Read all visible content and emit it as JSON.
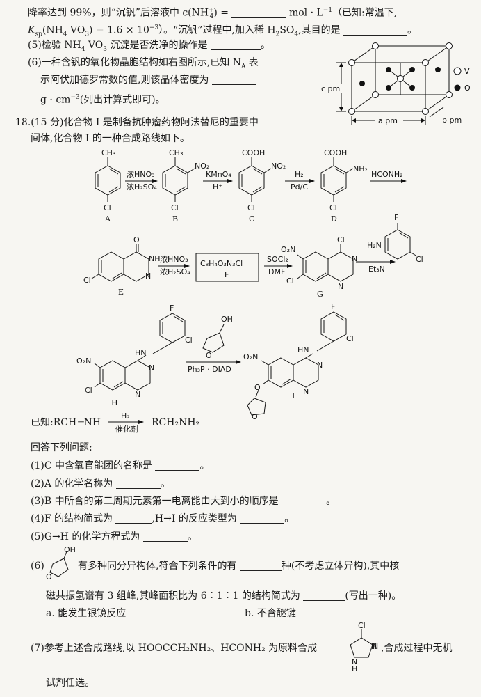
{
  "top": {
    "l1a": "降率达到 99%，则“沉钒”后溶液中 c(NH",
    "l1sup": "+",
    "l1sub": "4",
    "l1b": ") =",
    "l1c": "mol · L",
    "l1d": "−1",
    "l1e": "（已知:常温下,",
    "l2a": "K",
    "l2sub": "sp",
    "l2b": "(NH",
    "l2c": "4",
    "l2d": " VO",
    "l2e": "3",
    "l2f": ") = 1.6 × 10",
    "l2g": "−3",
    "l2h": "）。“沉钒”过程中,加入稀 H",
    "l2i": "2",
    "l2j": "SO",
    "l2k": "4",
    "l2l": ",其目的是",
    "l2m": "。",
    "q5a": "(5)检验 NH",
    "q5b": "4",
    "q5c": " VO",
    "q5d": "3",
    "q5e": " 沉淀是否洗净的操作是",
    "q5f": "。",
    "q6a": "(6)一种含钒的氧化物晶胞结构如右图所示,已知 N",
    "q6sub": "A",
    "q6b": " 表",
    "q6c": "示阿伏加德罗常数的值,则该晶体密度为",
    "q6d": "g · cm",
    "q6e": "−3",
    "q6f": "(列出计算式即可)。"
  },
  "crystal": {
    "legend_v": "V",
    "legend_o": "O",
    "c_label": "c pm",
    "b_label": "b pm",
    "a_label": "a pm"
  },
  "q18": {
    "line1": "18.(15 分)化合物 I 是制备抗肿瘤药物阿法替尼的重要中",
    "line2": "间体,化合物 I 的一种合成路线如下。"
  },
  "scheme": {
    "ch3": "CH₃",
    "cl": "Cl",
    "no2": "NO₂",
    "cooh": "COOH",
    "nh2": "NH₂",
    "arrow1_top": "浓HNO₃",
    "arrow1_bot": "浓H₂SO₄",
    "arrow2_top": "KMnO₄",
    "arrow2_bot": "H⁺",
    "arrow3_top": "H₂",
    "arrow3_bot": "Pd/C",
    "arrow4_top": "HCONH₂",
    "arrow5_top": "浓HNO₃",
    "arrow5_bot": "浓H₂SO₄",
    "f_formula": "C₈H₄O₃N₃Cl",
    "f_label": "F",
    "arrow6_top": "SOCl₂",
    "arrow6_bot": "DMF",
    "arrow7_reagent": "H₂N",
    "arrow7_bot": "Et₃N",
    "f_atom": "F",
    "o_atom": "O",
    "oh": "OH",
    "n_atom": "N",
    "nh": "NH",
    "hn": "HN",
    "o2n": "O₂N",
    "arrow8_bot": "Ph₃P · DIAD",
    "labels": [
      "A",
      "B",
      "C",
      "D",
      "E",
      "G",
      "H",
      "I"
    ]
  },
  "known": {
    "prefix": "已知:RCH",
    "eq": "NH",
    "top": "H₂",
    "bot": "催化剂",
    "product": "RCH₂NH₂"
  },
  "questions": {
    "intro": "回答下列问题:",
    "q1a": "(1)C 中含氧官能团的名称是",
    "q1b": "。",
    "q2a": "(2)A 的化学名称为",
    "q2b": "。",
    "q3a": "(3)B 中所含的第二周期元素第一电离能由大到小的顺序是",
    "q3b": "。",
    "q4a": "(4)F 的结构简式为",
    "q4b": ",H→I 的反应类型为",
    "q4c": "。",
    "q5a": "(5)G→H 的化学方程式为",
    "q5b": "。",
    "q6num": "(6)",
    "q6oh": "OH",
    "q6o": "O",
    "q6a": "有多种同分异构体,符合下列条件的有",
    "q6b": "种(不考虑立体异构),其中核",
    "q6c": "磁共振氢谱有 3 组峰,其峰面积比为 6∶1∶1 的结构简式为",
    "q6d": "(写出一种)。",
    "q6opt_a": "a. 能发生银镜反应",
    "q6opt_b": "b. 不含醚键",
    "q7a": "(7)参考上述合成路线,以 HOOCCH₂NH₂、HCONH₂ 为原料合成",
    "q7cl": "Cl",
    "q7n": "N",
    "q7h": "H",
    "q7b": ",合成过程中无机",
    "q7c": "试剂任选。"
  }
}
